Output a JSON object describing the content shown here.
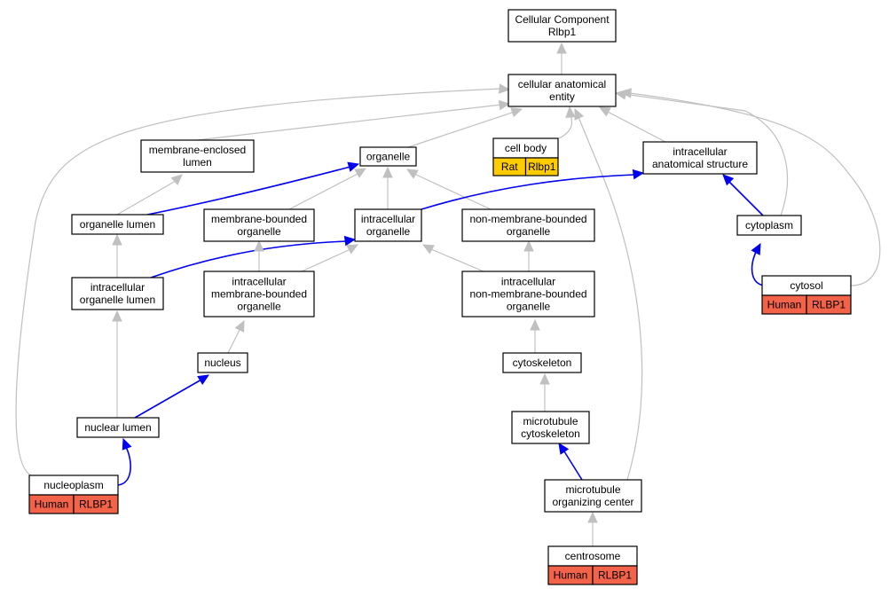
{
  "colors": {
    "is_a_edge": "#c0c0c0",
    "part_of_edge": "#0000ee",
    "human_annotation": "#f26349",
    "rat_annotation": "#ffcc00"
  },
  "nodes": {
    "root": {
      "lines": [
        "Cellular Component",
        "Rlbp1"
      ]
    },
    "cellular_anatomical_entity": {
      "lines": [
        "cellular anatomical",
        "entity"
      ]
    },
    "membrane_enclosed_lumen": {
      "lines": [
        "membrane-enclosed",
        "lumen"
      ]
    },
    "organelle": {
      "lines": [
        "organelle"
      ]
    },
    "cell_body": {
      "lines": [
        "cell body"
      ],
      "species": [
        "Rat",
        "Rlbp1"
      ]
    },
    "intracellular_anatomical_structure": {
      "lines": [
        "intracellular",
        "anatomical structure"
      ]
    },
    "organelle_lumen": {
      "lines": [
        "organelle lumen"
      ]
    },
    "membrane_bounded_organelle": {
      "lines": [
        "membrane-bounded",
        "organelle"
      ]
    },
    "intracellular_organelle": {
      "lines": [
        "intracellular",
        "organelle"
      ]
    },
    "non_membrane_bounded_organelle": {
      "lines": [
        "non-membrane-bounded",
        "organelle"
      ]
    },
    "cytoplasm": {
      "lines": [
        "cytoplasm"
      ]
    },
    "intracellular_organelle_lumen": {
      "lines": [
        "intracellular",
        "organelle lumen"
      ]
    },
    "intracellular_membrane_bounded_organelle": {
      "lines": [
        "intracellular",
        "membrane-bounded",
        "organelle"
      ]
    },
    "intracellular_non_membrane_bounded_organelle": {
      "lines": [
        "intracellular",
        "non-membrane-bounded",
        "organelle"
      ]
    },
    "cytosol": {
      "lines": [
        "cytosol"
      ],
      "species": [
        "Human",
        "RLBP1"
      ]
    },
    "nucleus": {
      "lines": [
        "nucleus"
      ]
    },
    "cytoskeleton": {
      "lines": [
        "cytoskeleton"
      ]
    },
    "microtubule_cytoskeleton": {
      "lines": [
        "microtubule",
        "cytoskeleton"
      ]
    },
    "nuclear_lumen": {
      "lines": [
        "nuclear lumen"
      ]
    },
    "microtubule_organizing_center": {
      "lines": [
        "microtubule",
        "organizing center"
      ]
    },
    "nucleoplasm": {
      "lines": [
        "nucleoplasm"
      ],
      "species": [
        "Human",
        "RLBP1"
      ]
    },
    "centrosome": {
      "lines": [
        "centrosome"
      ],
      "species": [
        "Human",
        "RLBP1"
      ]
    }
  }
}
